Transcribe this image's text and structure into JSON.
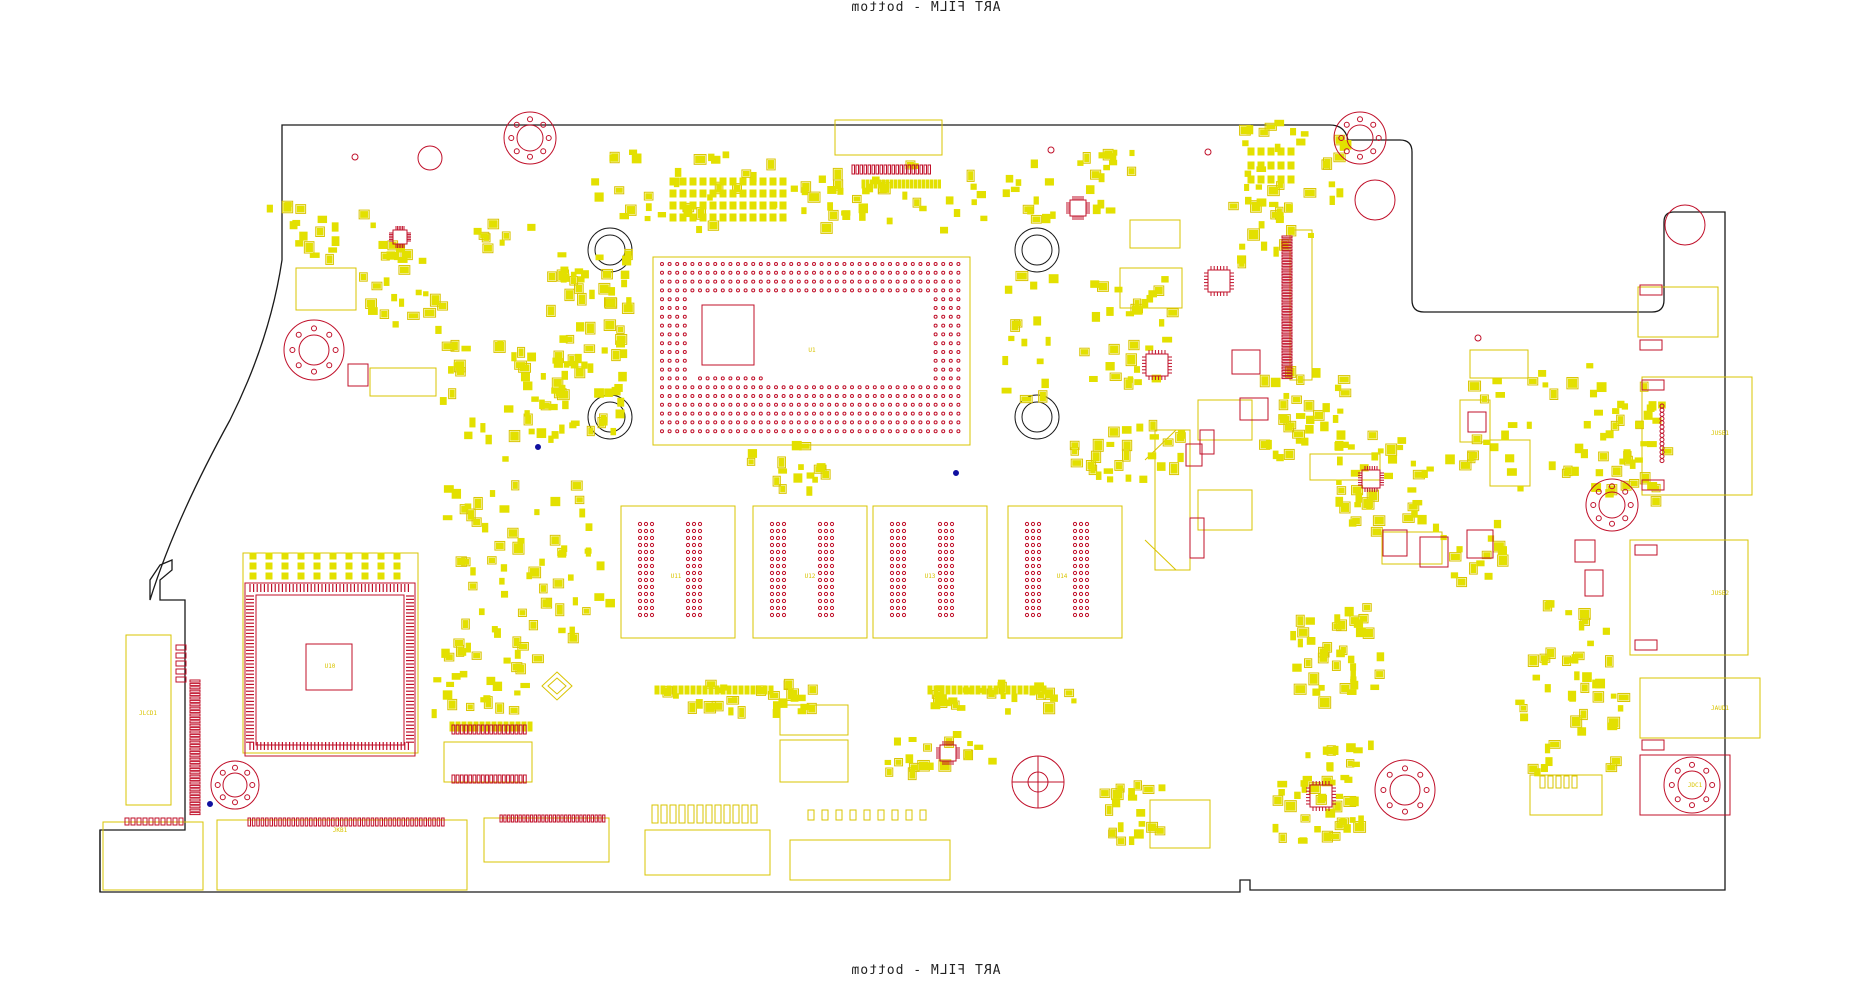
{
  "captions": {
    "top": "ART FILM - bottom",
    "bottom": "ART FILM - bottom",
    "mirrored": true
  },
  "colors": {
    "background": "#ffffff",
    "outline": "#1a1a1a",
    "silkscreen": "#d9c400",
    "pad": "#e3e000",
    "copper": "#c0102a",
    "mark_blue": "#1010a0"
  },
  "board": {
    "cpu_label": "U1",
    "pch_label": "U10",
    "ram_labels": [
      "U11",
      "U12",
      "U13",
      "U14"
    ],
    "connector_labels": [
      "JLCD1",
      "JKB1",
      "JUSB1",
      "JUSB2",
      "JAUD1",
      "JDC1"
    ]
  }
}
